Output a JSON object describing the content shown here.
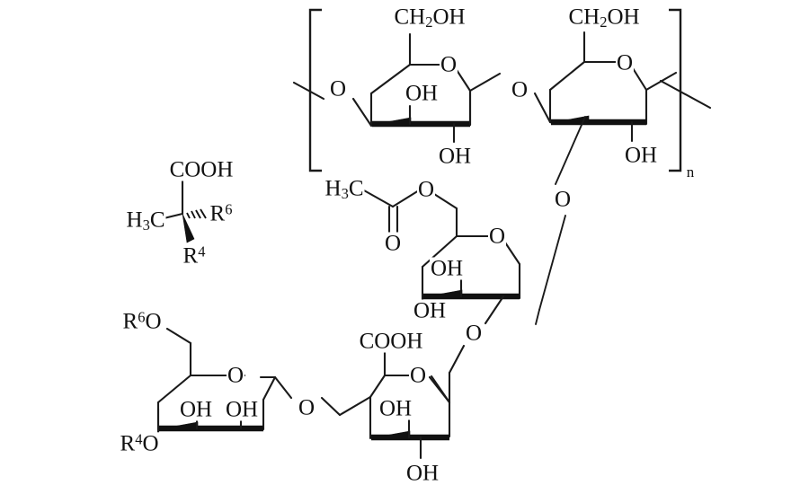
{
  "figure": {
    "kind": "chemical-structure",
    "description": "Xanthan gum repeating unit: cellulose backbone with trisaccharide side chain",
    "stroke_color": "#111111",
    "background_color": "#ffffff"
  },
  "repeat_unit": {
    "bracket_subscript": "n"
  },
  "pyruvate_group": {
    "carboxyl": "COOH",
    "methyl_left": "H",
    "methyl_left_sub": "3",
    "methyl_left_rest": "C",
    "methyl_label": "H3C",
    "substituent_hashed": "R",
    "substituent_hashed_sup": "6",
    "substituent_wedge": "R",
    "substituent_wedge_sup": "4"
  },
  "backbone": {
    "unit1": {
      "c6_label": "CH2OH",
      "c6_text": "CH",
      "c6_sub": "2",
      "c6_tail": "OH",
      "ring_oxygen": "O",
      "c3_hydroxyl": "OH",
      "c2_hydroxyl": "OH",
      "left_glycosidic_oxygen": "O"
    },
    "unit2": {
      "c6_label": "CH2OH",
      "c6_text": "CH",
      "c6_sub": "2",
      "c6_tail": "OH",
      "ring_oxygen": "O",
      "c2_hydroxyl": "OH",
      "glycosidic_oxygen": "O"
    },
    "inter_unit_oxygen": "O"
  },
  "side_chain": {
    "acetyl": {
      "methyl": "H3C",
      "methyl_text": "H",
      "methyl_sub": "3",
      "methyl_tail": "C",
      "carbonyl_oxygen": "O",
      "ester_oxygen": "O"
    },
    "mannose": {
      "ring_oxygen": "O",
      "c3_hydroxyl": "OH",
      "c4_hydroxyl": "OH",
      "link_oxygen_up": "O",
      "link_oxygen_down": "O"
    },
    "glucuronic_acid": {
      "carboxyl": "COOH",
      "ring_oxygen": "O",
      "c3_hydroxyl": "OH",
      "c2_hydroxyl": "OH",
      "glycosidic_oxygen": "O"
    },
    "terminal_mannose": {
      "c6_substituent": "R6O",
      "c6_text": "R",
      "c6_sup": "6",
      "c6_tail": "O",
      "c4_substituent": "R4O",
      "c4_text": "R",
      "c4_sup": "4",
      "c4_tail": "O",
      "ring_oxygen": "O",
      "c3_hydroxyl": "OH",
      "c2_hydroxyl": "OH"
    }
  }
}
